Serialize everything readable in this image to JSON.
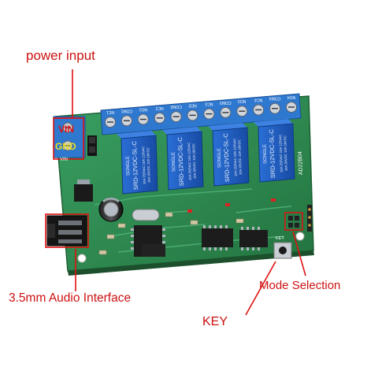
{
  "callouts": {
    "power_input": "power input",
    "audio_interface": "3.5mm Audio Interface",
    "key": "KEY",
    "mode_selection": "Mode Selection"
  },
  "board": {
    "vin": "VIN",
    "gnd": "GND",
    "vin_small": "VIN",
    "model": "AD22B04",
    "key_silk": "KEY",
    "relay_brand": "SONGLE",
    "relay_model": "SRD-12VDC-SL-C",
    "relay_rating_1": "10A 250VAC  10A 125VAC",
    "relay_rating_2": "10A 30VDC  10A 28VDC",
    "terminal_labels": [
      "NC1",
      "COM1",
      "NO1",
      "NC2",
      "COM2",
      "NO2",
      "NC3",
      "COM3",
      "NO3",
      "NC4",
      "COM4",
      "NO4"
    ]
  },
  "colors": {
    "callout": "#cc1111",
    "pcb": "#2e8a52",
    "relay": "#1f5fc4",
    "terminal": "#2f78d0",
    "chip": "#1c1c1c"
  }
}
